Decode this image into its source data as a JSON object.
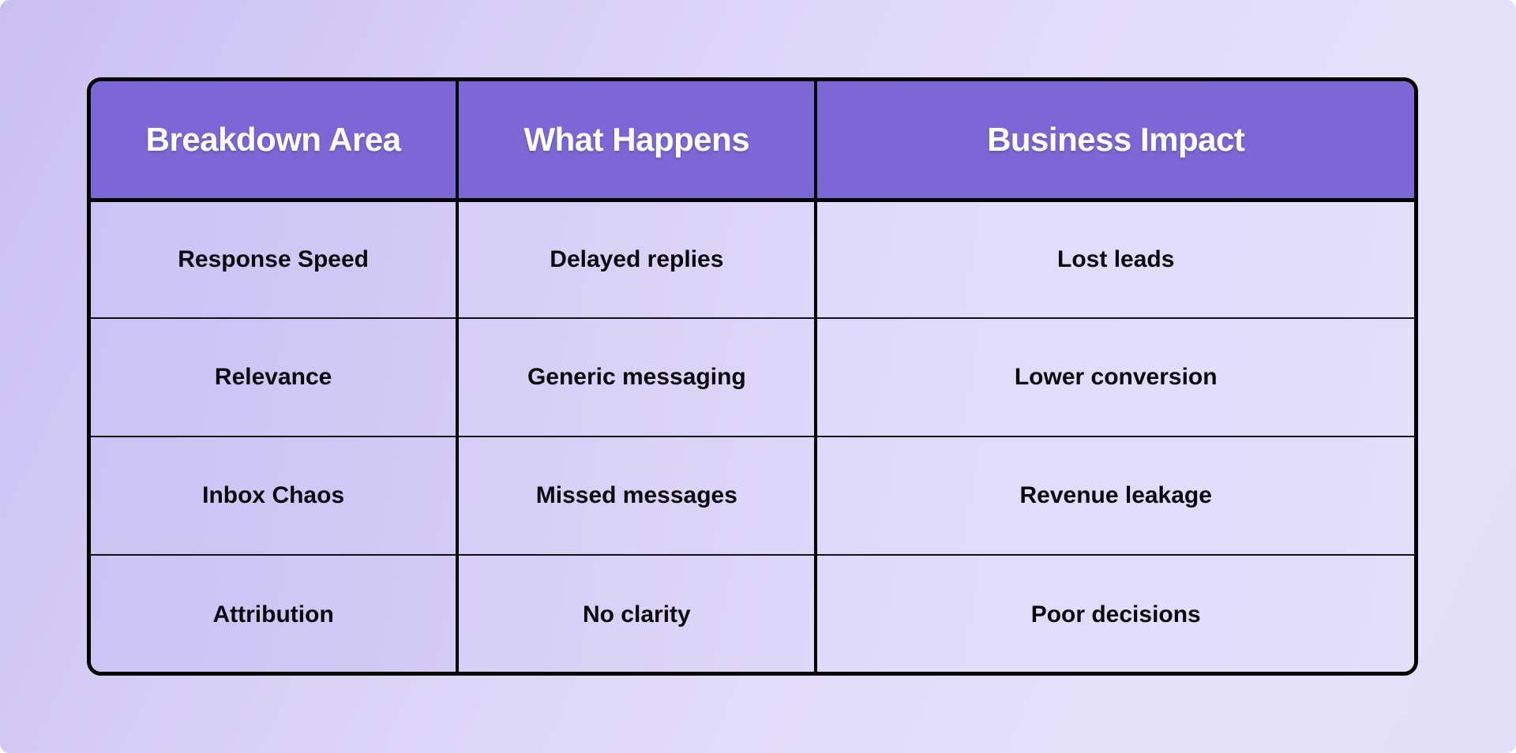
{
  "theme": {
    "header_bg": "#7b68d6",
    "header_text": "#ffffff",
    "body_text": "#08080c",
    "border": "#000000",
    "page_bg_start": "#c9c0f2",
    "page_bg_end": "#e3dff9"
  },
  "table": {
    "columns": [
      {
        "label": "Breakdown Area"
      },
      {
        "label": "What Happens"
      },
      {
        "label": "Business Impact"
      }
    ],
    "rows": [
      {
        "breakdown_area": "Response Speed",
        "what_happens": "Delayed replies",
        "business_impact": "Lost leads"
      },
      {
        "breakdown_area": "Relevance",
        "what_happens": "Generic messaging",
        "business_impact": "Lower conversion"
      },
      {
        "breakdown_area": "Inbox Chaos",
        "what_happens": "Missed messages",
        "business_impact": "Revenue leakage"
      },
      {
        "breakdown_area": "Attribution",
        "what_happens": "No clarity",
        "business_impact": "Poor decisions"
      }
    ]
  }
}
